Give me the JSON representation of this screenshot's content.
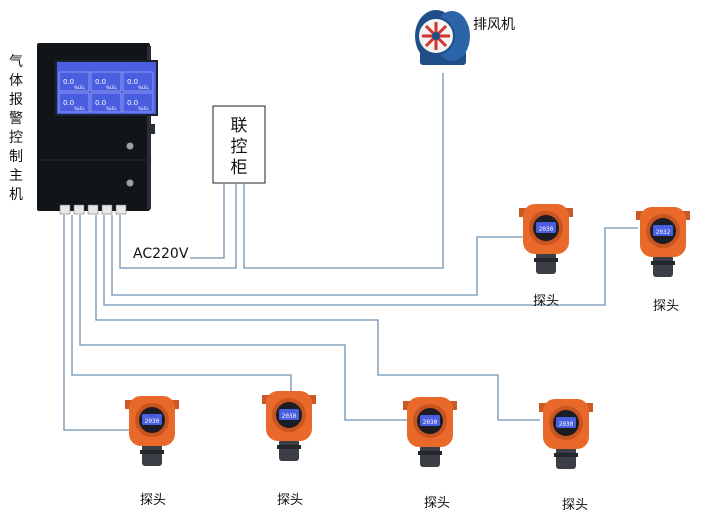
{
  "controller": {
    "title_chars": [
      "气",
      "体",
      "报",
      "警",
      "控",
      "制",
      "主",
      "机"
    ],
    "screen": {
      "cells": [
        {
          "value": "0.0",
          "unit": "%LEL"
        },
        {
          "value": "0.0",
          "unit": "%LEL"
        },
        {
          "value": "0.0",
          "unit": "%LEL"
        },
        {
          "value": "0.0",
          "unit": "%LEL"
        },
        {
          "value": "0.0",
          "unit": "%LEL"
        },
        {
          "value": "0.0",
          "unit": "%LEL"
        }
      ]
    }
  },
  "linkage_cabinet": {
    "label_chars": [
      "联",
      "控",
      "柜"
    ]
  },
  "fan": {
    "label": "排风机"
  },
  "power": {
    "label": "AC220V"
  },
  "detectors": [
    {
      "label": "探头",
      "display": "2030"
    },
    {
      "label": "探头",
      "display": "2030"
    },
    {
      "label": "探头",
      "display": "2030"
    },
    {
      "label": "探头",
      "display": "2030"
    },
    {
      "label": "探头",
      "display": "2030"
    },
    {
      "label": "探头",
      "display": "2032"
    }
  ],
  "colors": {
    "wire": "#6f92b3",
    "detector_orange": "#e8692a",
    "detector_dark": "#3b3f45",
    "screen_blue": "#4a5ee0",
    "fan_blue": "#1f4f86",
    "fan_red": "#d8322c",
    "controller_body": "#111418"
  }
}
